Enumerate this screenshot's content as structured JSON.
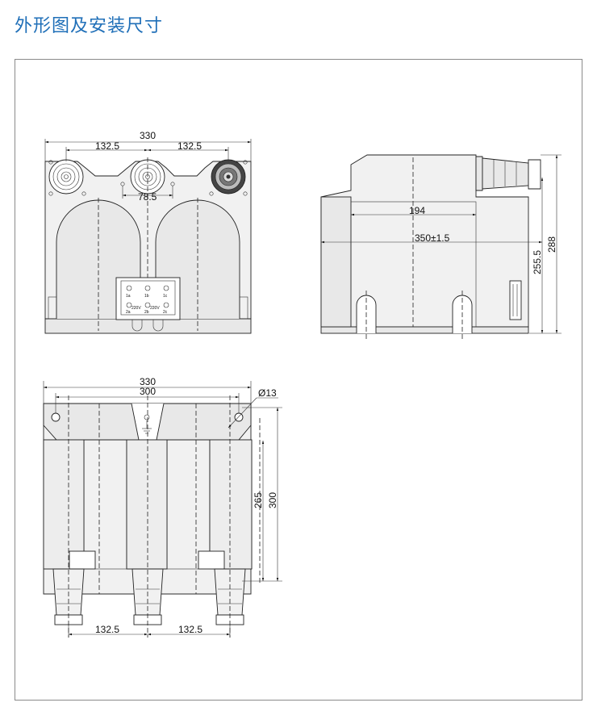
{
  "page": {
    "title": "外形图及安装尺寸"
  },
  "front_view": {
    "dim_width": "330",
    "dim_left_pitch": "132.5",
    "dim_right_pitch": "132.5",
    "dim_center": "78.5",
    "terminal_labels": [
      "1a",
      "1b",
      "1c",
      "2a",
      "2b",
      "2c"
    ],
    "terminal_voltage_a": "220V",
    "terminal_voltage_b": "220V"
  },
  "side_view": {
    "dim_inner": "194",
    "dim_length": "350±1.5",
    "dim_height_inner": "255.5",
    "dim_height": "288"
  },
  "top_view": {
    "dim_width": "330",
    "dim_holes": "300",
    "dim_hole_dia": "Ø13",
    "dim_depth_inner": "265",
    "dim_depth": "300",
    "dim_left_pitch": "132.5",
    "dim_right_pitch": "132.5"
  }
}
